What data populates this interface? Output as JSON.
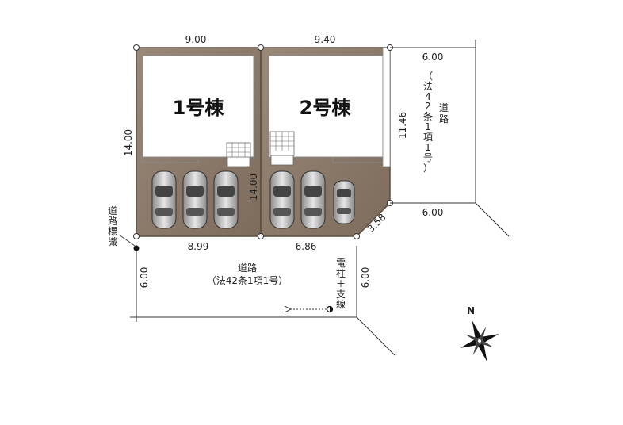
{
  "lots": [
    {
      "name": "1号棟",
      "width_top": "9.00",
      "width_bottom": "8.99",
      "depth_left": "14.00",
      "depth_right": "14.00"
    },
    {
      "name": "2号棟",
      "width_top": "9.40",
      "width_bottom": "6.86",
      "depth_right": "11.46",
      "corner_cut": "3.58"
    }
  ],
  "roads": {
    "front": {
      "name": "道路",
      "note": "（法42条1項1号）",
      "width_left": "6.00",
      "width_right": "6.00"
    },
    "side": {
      "name": "道路",
      "note": "（法42条1項1号）",
      "width_top": "6.00",
      "width_bottom": "6.00"
    }
  },
  "markers": {
    "road_sign": "道路標識",
    "pole": "電柱＋支線"
  },
  "compass": {
    "label": "N"
  },
  "colors": {
    "lot_fill": "#8c7a68",
    "lot_edge": "#5b4d40",
    "house_fill": "#ffffff",
    "car_fill": "#b8b8b8"
  }
}
